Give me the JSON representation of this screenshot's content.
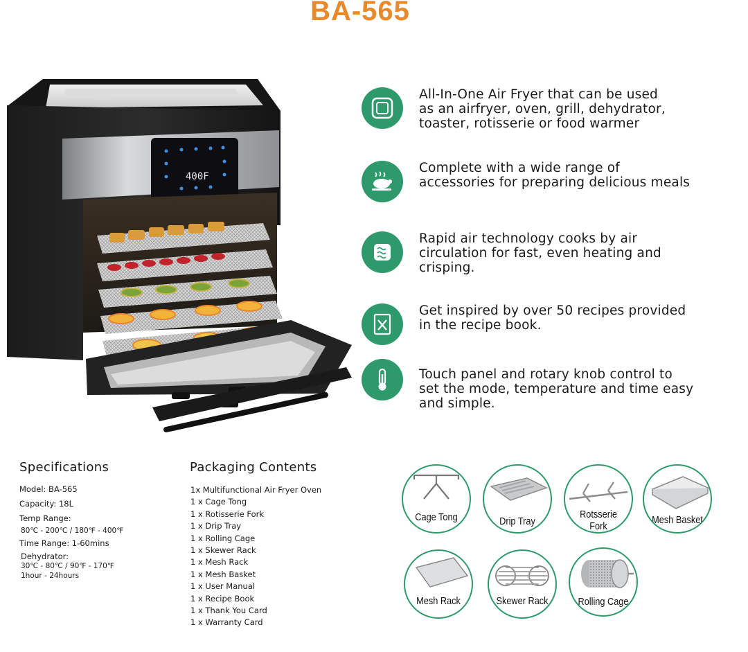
{
  "title": "BA-565",
  "features": [
    {
      "icon": "air-fryer-icon",
      "text": "All-In-One Air Fryer that can be used\nas an airfryer, oven, grill, dehydrator,\ntoaster, rotisserie or food warmer"
    },
    {
      "icon": "roast-chicken-icon",
      "text": "Complete with a wide range of\naccessories  for preparing delicious meals"
    },
    {
      "icon": "rapid-air-icon",
      "text": "Rapid air technology cooks by air\ncirculation for fast, even heating and\ncrisping."
    },
    {
      "icon": "recipe-book-icon",
      "text": "Get inspired by over 50 recipes provided\nin the recipe book."
    },
    {
      "icon": "thermometer-icon",
      "text": "Touch panel and rotary knob control to\nset the mode, temperature and time easy\nand simple."
    }
  ],
  "display_readout": "400F",
  "specifications": {
    "heading": "Specifications",
    "model": "Model: BA-565",
    "capacity": "Capacity: 18L",
    "temp_range_label": "Temp Range:",
    "temp_range_value": "80℃ - 200℃ / 180℉ - 400℉",
    "time_range": "Time Range: 1-60mins",
    "dehydrator_label": "Dehydrator:",
    "dehydrator_temp": "30℃ - 80℃ / 90℉ - 170℉",
    "dehydrator_time": "1hour - 24hours"
  },
  "packaging": {
    "heading": "Packaging Contents",
    "items": [
      "1x Multifunctional Air Fryer Oven",
      "1 x Cage Tong",
      "1 x Rotisserie Fork",
      "1 x Drip Tray",
      "1 x Rolling Cage",
      "1 x Skewer Rack",
      "1 x Mesh Rack",
      "1 x Mesh Basket",
      "1 x User Manual",
      "1 x Recipe Book",
      "1 x Thank You Card",
      "1 x Warranty Card"
    ]
  },
  "accessories": [
    {
      "name": "cage-tong",
      "label": "Cage Tong"
    },
    {
      "name": "drip-tray",
      "label": "Drip Tray"
    },
    {
      "name": "rotisserie-fork",
      "label": "Rotsserie Fork"
    },
    {
      "name": "mesh-basket",
      "label": "Mesh Basket"
    },
    {
      "name": "mesh-rack",
      "label": "Mesh Rack"
    },
    {
      "name": "skewer-rack",
      "label": "Skewer Rack"
    },
    {
      "name": "rolling-cage",
      "label": "Rolling Cage"
    }
  ],
  "colors": {
    "title": "#e8892b",
    "accent_green": "#2e9a6b",
    "text": "#1a1a1a"
  }
}
